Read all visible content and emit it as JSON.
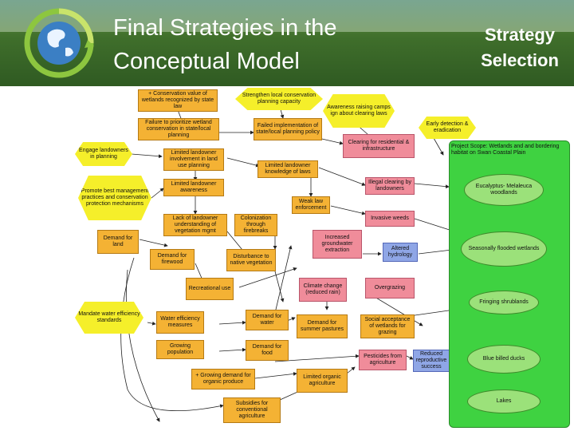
{
  "header": {
    "title": "Final Strategies in the Conceptual Model",
    "subtitle": "Strategy Selection"
  },
  "colors": {
    "header_green": "#3f6e2b",
    "threat_orange": "#f4b234",
    "direct_threat_pink": "#f08c9a",
    "hydrology_blue": "#8fa6e6",
    "strategy_yellow": "#f5ef2a",
    "scope_green": "#3fd241",
    "target_green": "#9be17a"
  },
  "nodes": {
    "n1": "+ Conservation value of wetlands recognized by state law",
    "n2": "Strengthen local conservation planning capacity",
    "n3": "Awareness raising camps ign about clearing laws",
    "n4": "Failure to prioritize wetland conservation in state/local planning",
    "n5": "Failed implementation of state/local planning policy",
    "n6": "Early detection & eradication",
    "n7": "Engage landowners in planning",
    "n8": "Limited landowner involvement in land use planning",
    "n9": "Clearing for residential & infrastructure",
    "n10": "Limited landowner knowledge of laws",
    "n11": "Promote best management practices and conservation protection mechanisms",
    "n12": "Limited landowner awareness",
    "n13": "Illegal clearing by landowners",
    "n14": "Weak law enforcement",
    "n15": "Invasive weeds",
    "n16": "Lack of landowner understanding of vegetation mgmt",
    "n17": "Colonization through firebreaks",
    "n18": "Demand for land",
    "n19": "Increased groundwater extraction",
    "n20": "Altered hydrology",
    "n21": "Demand for firewood",
    "n22": "Disturbance to native vegetation",
    "n23": "Recreational use",
    "n24": "Climate change (reduced rain)",
    "n25": "Overgrazing",
    "n26": "Mandate water efficiency standards",
    "n27": "Water efficiency measures",
    "n28": "Demand for water",
    "n29": "Demand for summer pastures",
    "n30": "Social acceptance of wetlands for grazing",
    "n31": "Growing population",
    "n32": "Demand for food",
    "n33": "Pesticides from agriculture",
    "n34": "Reduced reproductive success",
    "n35": "+ Growing demand for organic produce",
    "n36": "Limited organic agriculture",
    "n37": "Subsidies for conventional agriculture"
  },
  "scope": "Project Scope: Wetlands and and bordering habitat on Swan Coastal Plain",
  "targets": {
    "t1": "Eucalyptus- Melaleuca woodlands",
    "t2": "Seasonally flooded wetlands",
    "t3": "Fringing shrublands",
    "t4": "Blue billed ducks",
    "t5": "Lakes"
  }
}
